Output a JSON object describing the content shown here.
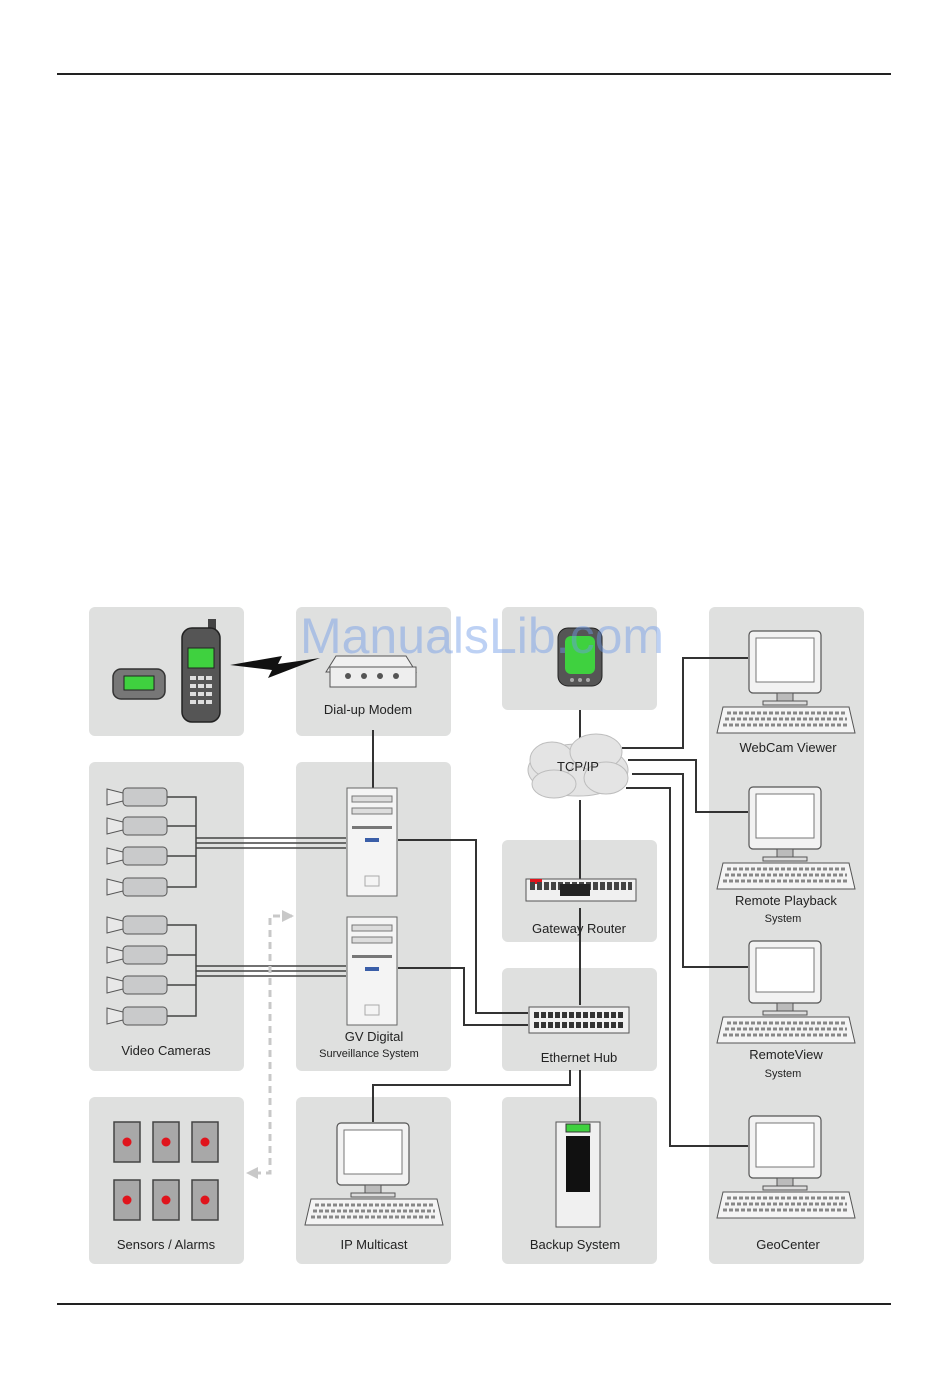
{
  "watermark": "ManualsLib.com",
  "labels": {
    "dialup_modem": "Dial-up Modem",
    "tcpip": "TCP/IP",
    "webcam_viewer": "WebCam Viewer",
    "remote_playback_1": "Remote Playback",
    "remote_playback_2": "System",
    "gateway_router": "Gateway Router",
    "remoteview_1": "RemoteView",
    "remoteview_2": "System",
    "video_cameras": "Video Cameras",
    "gv_digital_1": "GV Digital",
    "gv_digital_2": "Surveillance System",
    "ethernet_hub": "Ethernet Hub",
    "sensors_alarms": "Sensors / Alarms",
    "ip_multicast": "IP Multicast",
    "backup_system": "Backup System",
    "geocenter": "GeoCenter"
  },
  "colors": {
    "panel": "#dfe0df",
    "line": "#333333",
    "screen_green": "#3fd13f",
    "sensor_red": "#e0141c",
    "dashed": "#c8c8c8"
  }
}
